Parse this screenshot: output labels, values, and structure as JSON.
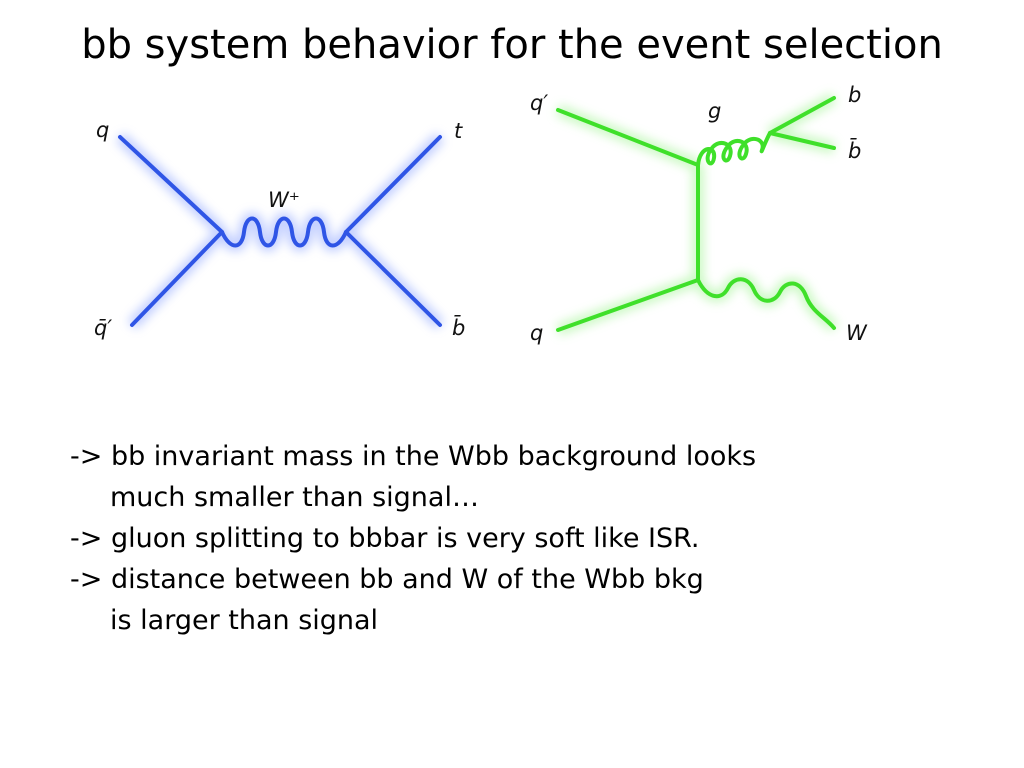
{
  "title": "bb system behavior for the event selection",
  "diagram_left": {
    "labels": {
      "q": "q",
      "qbar_prime": "q̄′",
      "w_plus": "W⁺",
      "t": "t",
      "bbar": "b̄"
    },
    "color": "#2f55e6"
  },
  "diagram_right": {
    "labels": {
      "q_prime": "q′",
      "g": "g",
      "b": "b",
      "bbar": "b̄",
      "q": "q",
      "w": "W"
    },
    "color": "#3fe02a"
  },
  "bullets": [
    {
      "line1": "-> bb invariant mass in the Wbb background looks",
      "line2": "much smaller than signal…"
    },
    {
      "line1": "-> gluon splitting to bbbar is very soft like ISR.",
      "line2": ""
    },
    {
      "line1": "-> distance between bb and W of the Wbb bkg",
      "line2": "is larger than signal"
    }
  ]
}
